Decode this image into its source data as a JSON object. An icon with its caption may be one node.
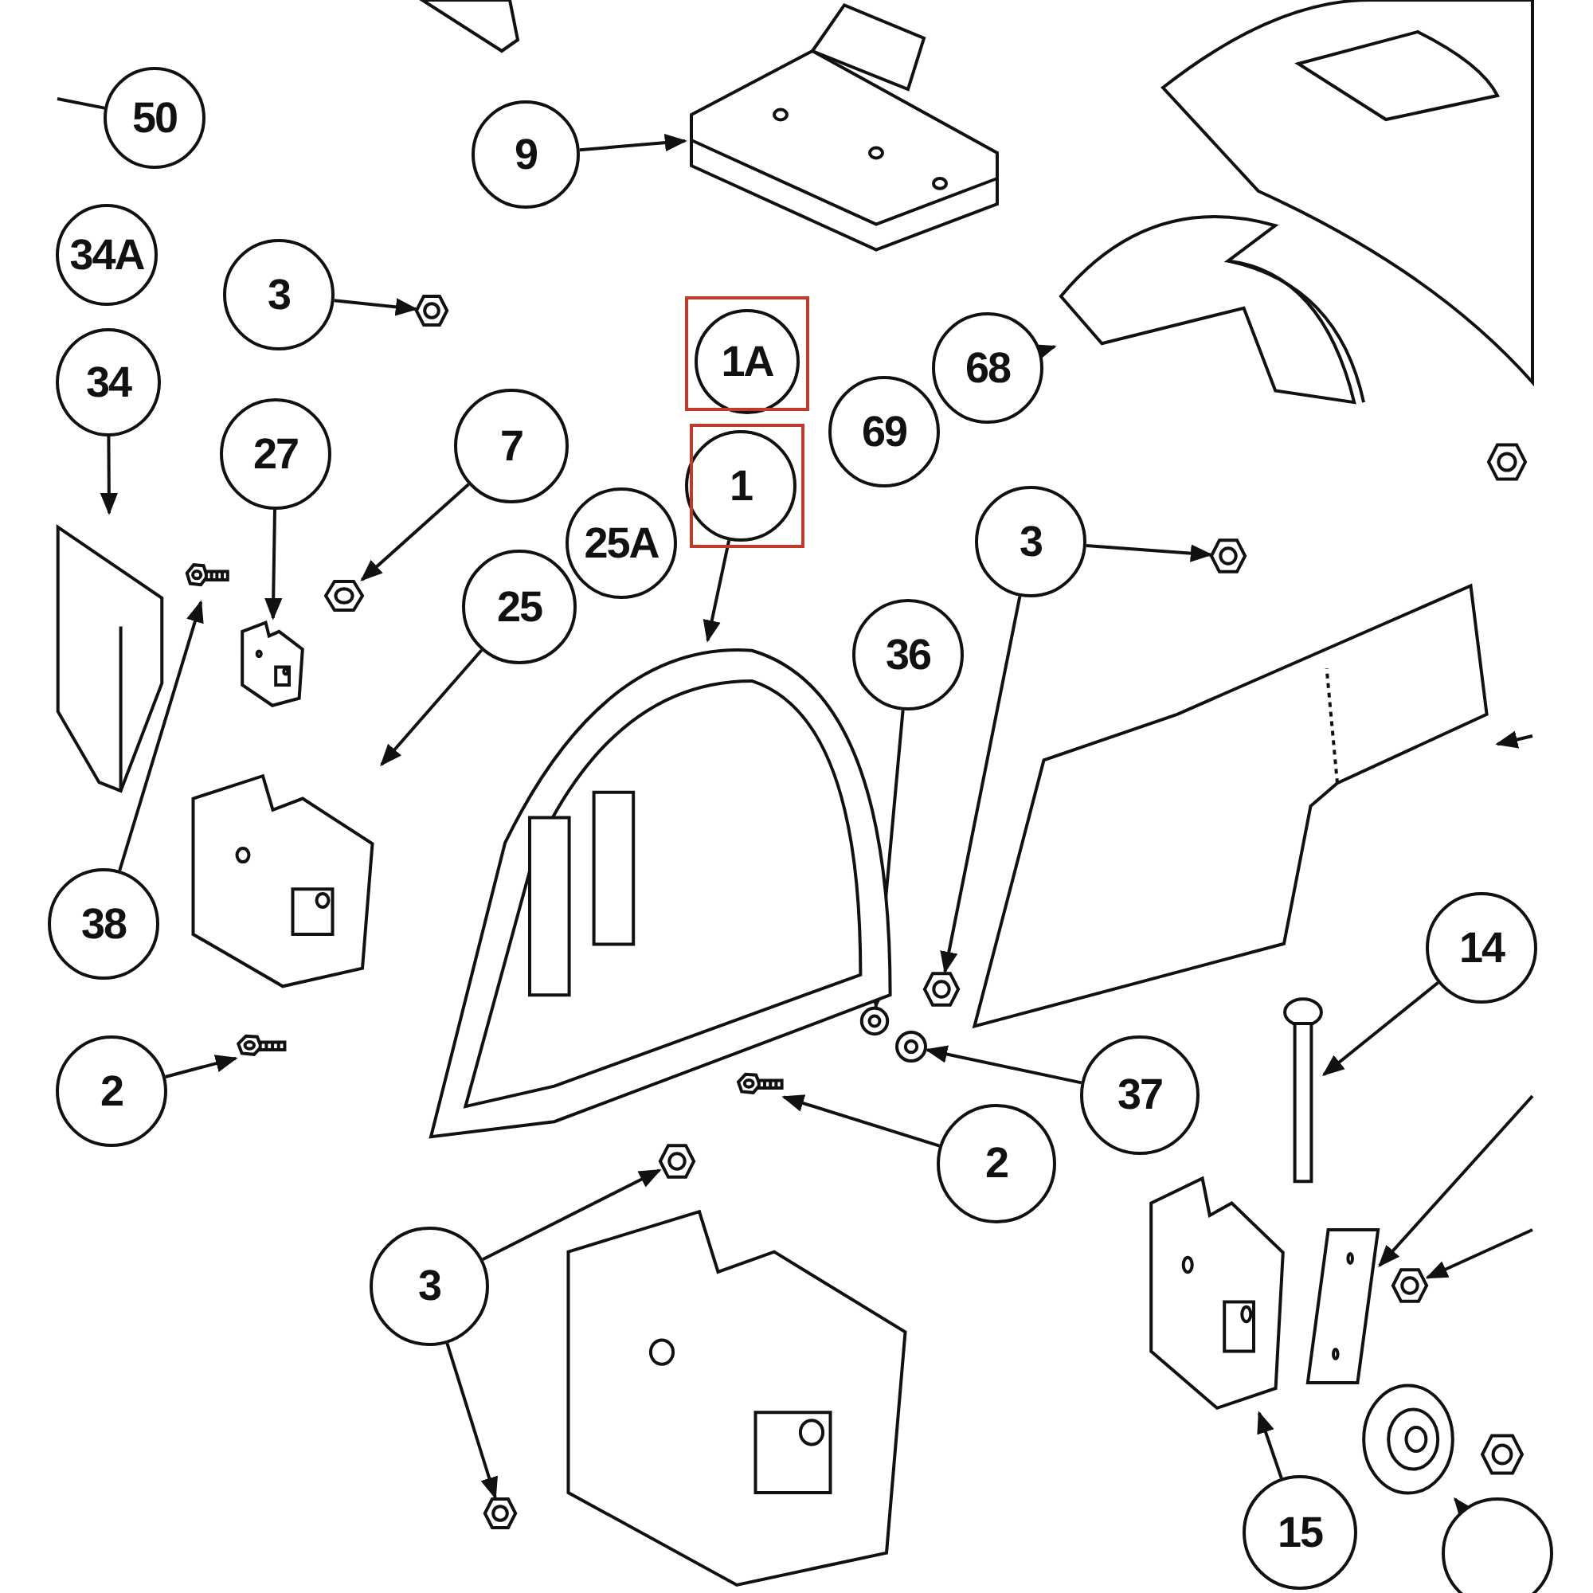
{
  "diagram": {
    "nodes": [
      {
        "text": [
          "50"
        ]
      },
      {
        "text": [
          "9"
        ]
      },
      {
        "text": [],
        "shape": "picture"
      },
      {
        "text": [
          "34A"
        ]
      },
      {
        "text": [
          "3"
        ]
      },
      {
        "text": [],
        "shape": "picture"
      },
      {
        "text": [],
        "shape": "picture"
      },
      {
        "text": [
          "1A"
        ]
      },
      {
        "text": [
          "68"
        ]
      },
      {
        "text": [
          "34"
        ]
      },
      {
        "text": [
          "69"
        ]
      },
      {
        "text": [
          "27"
        ]
      },
      {
        "text": [
          "7"
        ]
      },
      {
        "text": [
          "1"
        ]
      },
      {
        "text": [],
        "shape": "picture"
      },
      {
        "text": [
          "25A"
        ]
      },
      {
        "text": [
          "25"
        ]
      },
      {
        "text": [
          "3"
        ]
      },
      {
        "text": [],
        "shape": "picture"
      },
      {
        "text": [],
        "shape": "picture"
      },
      {
        "text": [
          "36"
        ]
      },
      {
        "text": [],
        "shape": "picture"
      },
      {
        "text": [],
        "shape": "picture"
      },
      {
        "text": [],
        "shape": "picture"
      },
      {
        "text": [],
        "shape": "picture"
      },
      {
        "text": [],
        "shape": "picture"
      },
      {
        "text": [],
        "shape": "picture"
      },
      {
        "text": [
          "38"
        ]
      },
      {
        "text": [
          "14"
        ]
      },
      {
        "text": [],
        "shape": "picture"
      },
      {
        "text": [],
        "shape": "picture"
      },
      {
        "text": [],
        "shape": "picture"
      },
      {
        "text": [],
        "shape": "picture"
      },
      {
        "text": [
          "2"
        ]
      },
      {
        "text": [],
        "shape": "picture"
      },
      {
        "text": [
          "37"
        ]
      },
      {
        "text": [],
        "shape": "picture"
      },
      {
        "text": [
          "2"
        ]
      },
      {
        "text": [],
        "shape": "picture"
      },
      {
        "text": [],
        "shape": "picture"
      },
      {
        "text": [],
        "shape": "picture"
      },
      {
        "text": [
          "3"
        ]
      },
      {
        "text": [],
        "shape": "picture"
      },
      {
        "text": [],
        "shape": "picture"
      },
      {
        "text": [],
        "shape": "picture"
      },
      {
        "text": [],
        "shape": "picture"
      },
      {
        "text": [],
        "shape": "picture"
      },
      {
        "text": [
          "15"
        ]
      },
      {
        "text": [],
        "shape": "circle"
      }
    ],
    "edges": [
      {
        "from": 0,
        "to": null,
        "arrow": "none"
      },
      {
        "from": 1,
        "to": 2,
        "arrow": "to"
      },
      {
        "from": 4,
        "to": 5,
        "arrow": "to"
      },
      {
        "from": 8,
        "to": 6,
        "arrow": "to"
      },
      {
        "from": 9,
        "to": 21,
        "arrow": "to"
      },
      {
        "from": 11,
        "to": 24,
        "arrow": "to"
      },
      {
        "from": 12,
        "to": 23,
        "arrow": "to"
      },
      {
        "from": 13,
        "to": 25,
        "arrow": "to"
      },
      {
        "from": 16,
        "to": 26,
        "arrow": "to"
      },
      {
        "from": 17,
        "to": 18,
        "arrow": "to"
      },
      {
        "from": 17,
        "to": 29,
        "arrow": "to"
      },
      {
        "from": 20,
        "to": 30,
        "arrow": "to"
      },
      {
        "from": null,
        "to": 19,
        "arrow": "to"
      },
      {
        "from": 27,
        "to": 22,
        "arrow": "to"
      },
      {
        "from": 28,
        "to": 32,
        "arrow": "to"
      },
      {
        "from": 33,
        "to": 34,
        "arrow": "to"
      },
      {
        "from": 35,
        "to": 31,
        "arrow": "to"
      },
      {
        "from": 37,
        "to": 36,
        "arrow": "to"
      },
      {
        "from": 41,
        "to": 38,
        "arrow": "to"
      },
      {
        "from": 41,
        "to": 46,
        "arrow": "to"
      },
      {
        "from": null,
        "to": 40,
        "arrow": "to"
      },
      {
        "from": null,
        "to": 43,
        "arrow": "to"
      },
      {
        "from": 47,
        "to": 39,
        "arrow": "to"
      },
      {
        "from": 48,
        "to": 44,
        "arrow": "to"
      }
    ]
  }
}
